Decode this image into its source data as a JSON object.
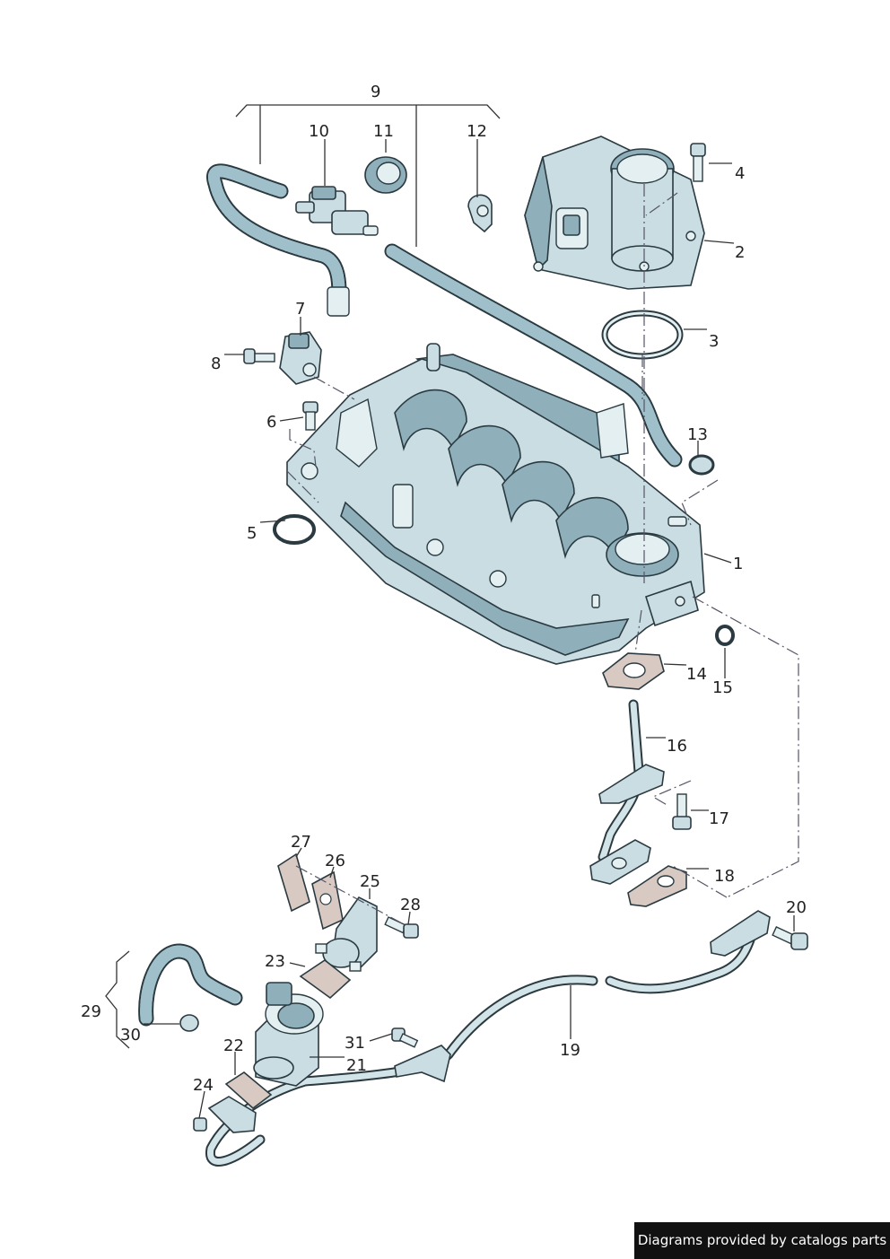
{
  "callouts": [
    "1",
    "2",
    "3",
    "4",
    "5",
    "6",
    "7",
    "8",
    "9",
    "10",
    "11",
    "12",
    "13",
    "14",
    "15",
    "16",
    "17",
    "18",
    "19",
    "20",
    "21",
    "22",
    "23",
    "24",
    "25",
    "26",
    "27",
    "28",
    "29",
    "30",
    "31"
  ],
  "credit": "Diagrams provided by catalogs parts",
  "colors": {
    "part_fill": "#c9dde3",
    "outline": "#2a3a40",
    "credit_bg": "#111111",
    "credit_text": "#ffffff"
  }
}
